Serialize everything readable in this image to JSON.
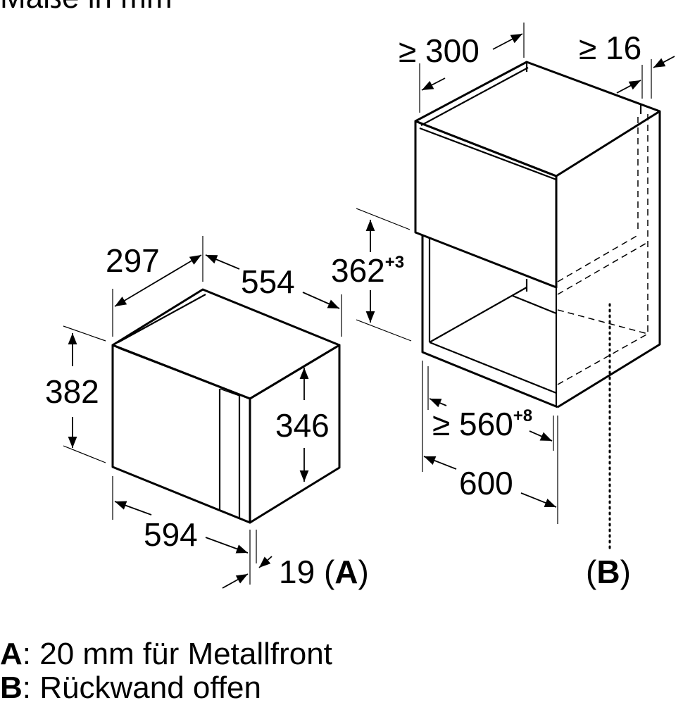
{
  "title": "Maße in mm",
  "dimensions": {
    "depth_appliance": "297",
    "width_appliance_top": "554",
    "height_appliance": "382",
    "height_inner": "346",
    "width_front": "594",
    "front_offset": "19",
    "front_offset_ref": "A",
    "niche_depth": "≥ 300",
    "rear_gap": "≥ 16",
    "niche_height": "362",
    "niche_height_tol": "+3",
    "niche_width": "≥ 560",
    "niche_width_tol": "+8",
    "cabinet_width": "600",
    "rear_ref": "B"
  },
  "legend": [
    {
      "key": "A",
      "text": ": 20 mm für Metallfront"
    },
    {
      "key": "B",
      "text": ": Rückwand offen"
    }
  ]
}
